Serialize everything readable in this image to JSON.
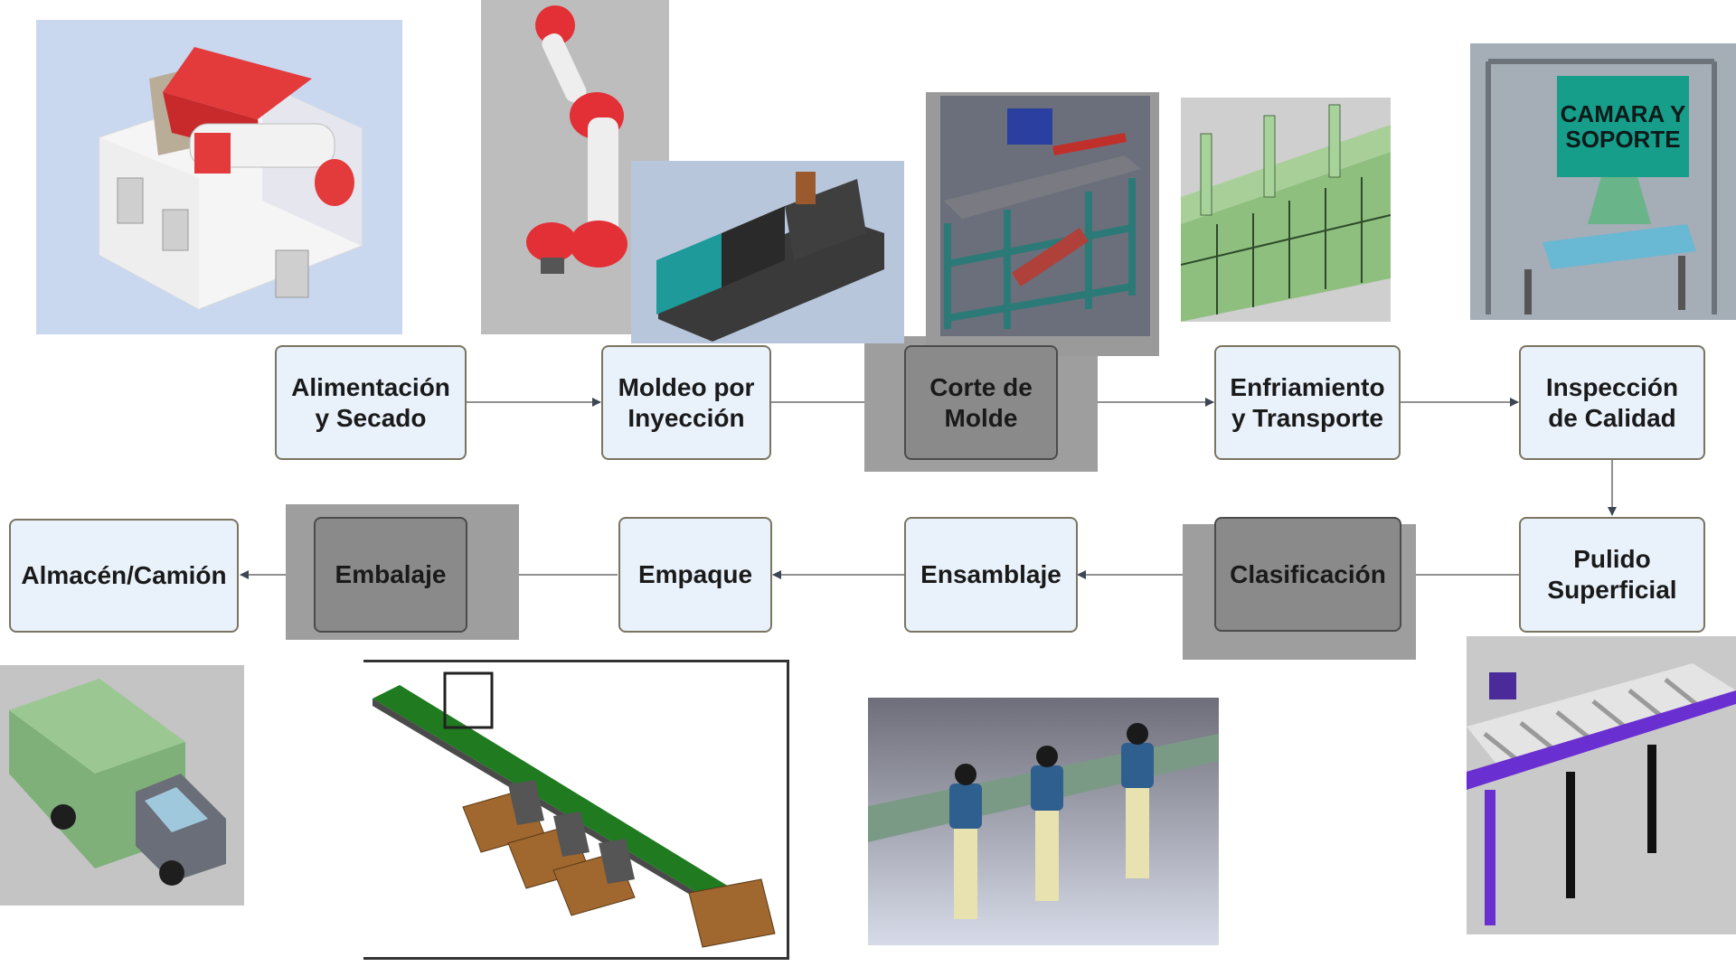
{
  "steps": {
    "alimentacion": "Alimentación\ny Secado",
    "moldeo": "Moldeo por\nInyección",
    "corte": "Corte de\nMolde",
    "enfriamiento": "Enfriamiento\ny Transporte",
    "inspeccion": "Inspección\nde Calidad",
    "pulido": "Pulido\nSuperficial",
    "clasificacion": "Clasificación",
    "ensamblaje": "Ensamblaje",
    "empaque": "Empaque",
    "embalaje": "Embalaje",
    "almacen": "Almacén/Camión"
  },
  "images": {
    "camera_label": "CAMARA Y\nSOPORTE"
  },
  "colors": {
    "box_fill": "#e9f1fb",
    "box_border": "#7a7460",
    "box_dark_fill": "#8a8a8a",
    "arrow": "#3d4653",
    "shade": "#9e9e9e"
  }
}
